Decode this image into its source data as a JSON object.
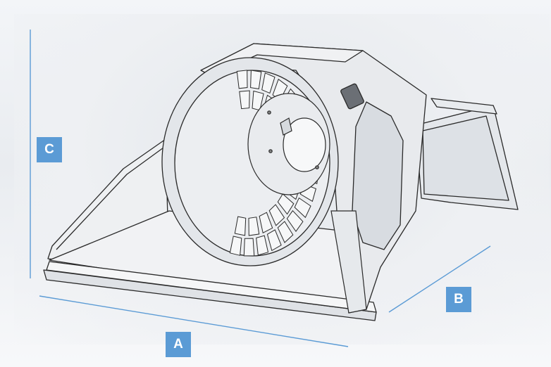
{
  "colors": {
    "dimension_line": "#5b9bd5",
    "badge_fill": "#5b9bd5",
    "badge_text": "#ffffff",
    "outline": "#2a2a2a",
    "body_fill": "#eaecef",
    "shadow_fill": "#cfd3d8"
  },
  "dimensions": {
    "height_label": "C",
    "width_label": "A",
    "depth_label": "B"
  }
}
